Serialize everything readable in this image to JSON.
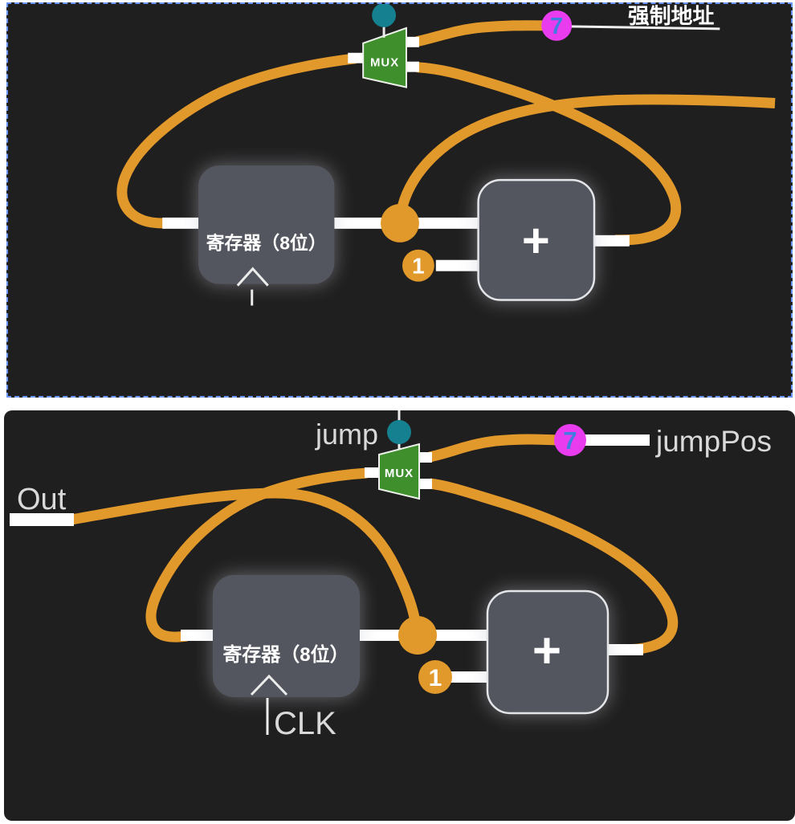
{
  "colors": {
    "wire": "#E2992B",
    "mux_green": "#3F8F2C",
    "teal": "#15808F",
    "magenta": "#E93CEE",
    "seven_blue": "#3F7DE0",
    "box_gray": "#53565E",
    "panel_bg": "#201F1F",
    "white": "#FFFFFF"
  },
  "top_diagram": {
    "mux_label": "MUX",
    "register_label": "寄存器（8位）",
    "adder_label": "+",
    "increment_value": "1",
    "jump_target_value": "7",
    "force_address_label": "强制地址"
  },
  "bottom_diagram": {
    "mux_label": "MUX",
    "register_label": "寄存器（8位）",
    "adder_label": "+",
    "increment_value": "1",
    "jump_target_value": "7",
    "jump_label": "jump",
    "jumppos_label": "jumpPos",
    "out_label": "Out",
    "clk_label": "CLK"
  }
}
